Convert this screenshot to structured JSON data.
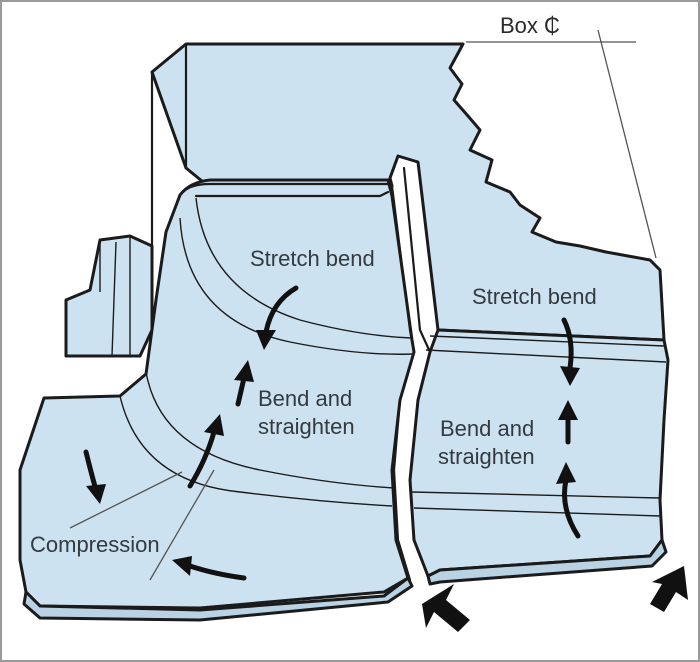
{
  "labels": {
    "box_centerline": "Box ₵",
    "stretch_bend_left": "Stretch bend",
    "stretch_bend_right": "Stretch bend",
    "bend_straighten_left_1": "Bend and",
    "bend_straighten_left_2": "straighten",
    "bend_straighten_right_1": "Bend and",
    "bend_straighten_right_2": "straighten",
    "compression": "Compression"
  },
  "colors": {
    "sheet": "#cde2f0",
    "sheet_shade": "#b9d2e4",
    "outline": "#1b1b1b",
    "arrow": "#111111"
  }
}
